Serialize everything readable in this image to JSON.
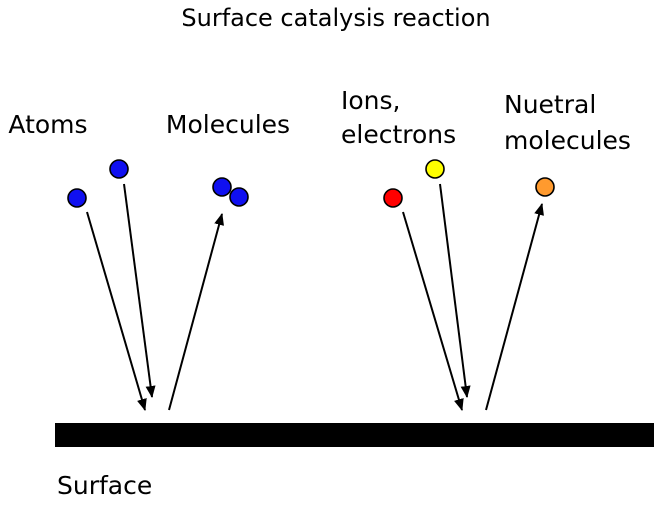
{
  "title": "Surface catalysis reaction",
  "labels": {
    "atoms": "Atoms",
    "molecules": "Molecules",
    "ions_line1": "Ions,",
    "ions_line2": "electrons",
    "neutral_line1": "Nuetral",
    "neutral_line2": "molecules",
    "surface": "Surface"
  },
  "colors": {
    "atom": "#1010f0",
    "molecule": "#1010f0",
    "ion": "#ff0000",
    "electron": "#ffff00",
    "neutral_molecule": "#ff9a2e",
    "surface": "#000000"
  }
}
